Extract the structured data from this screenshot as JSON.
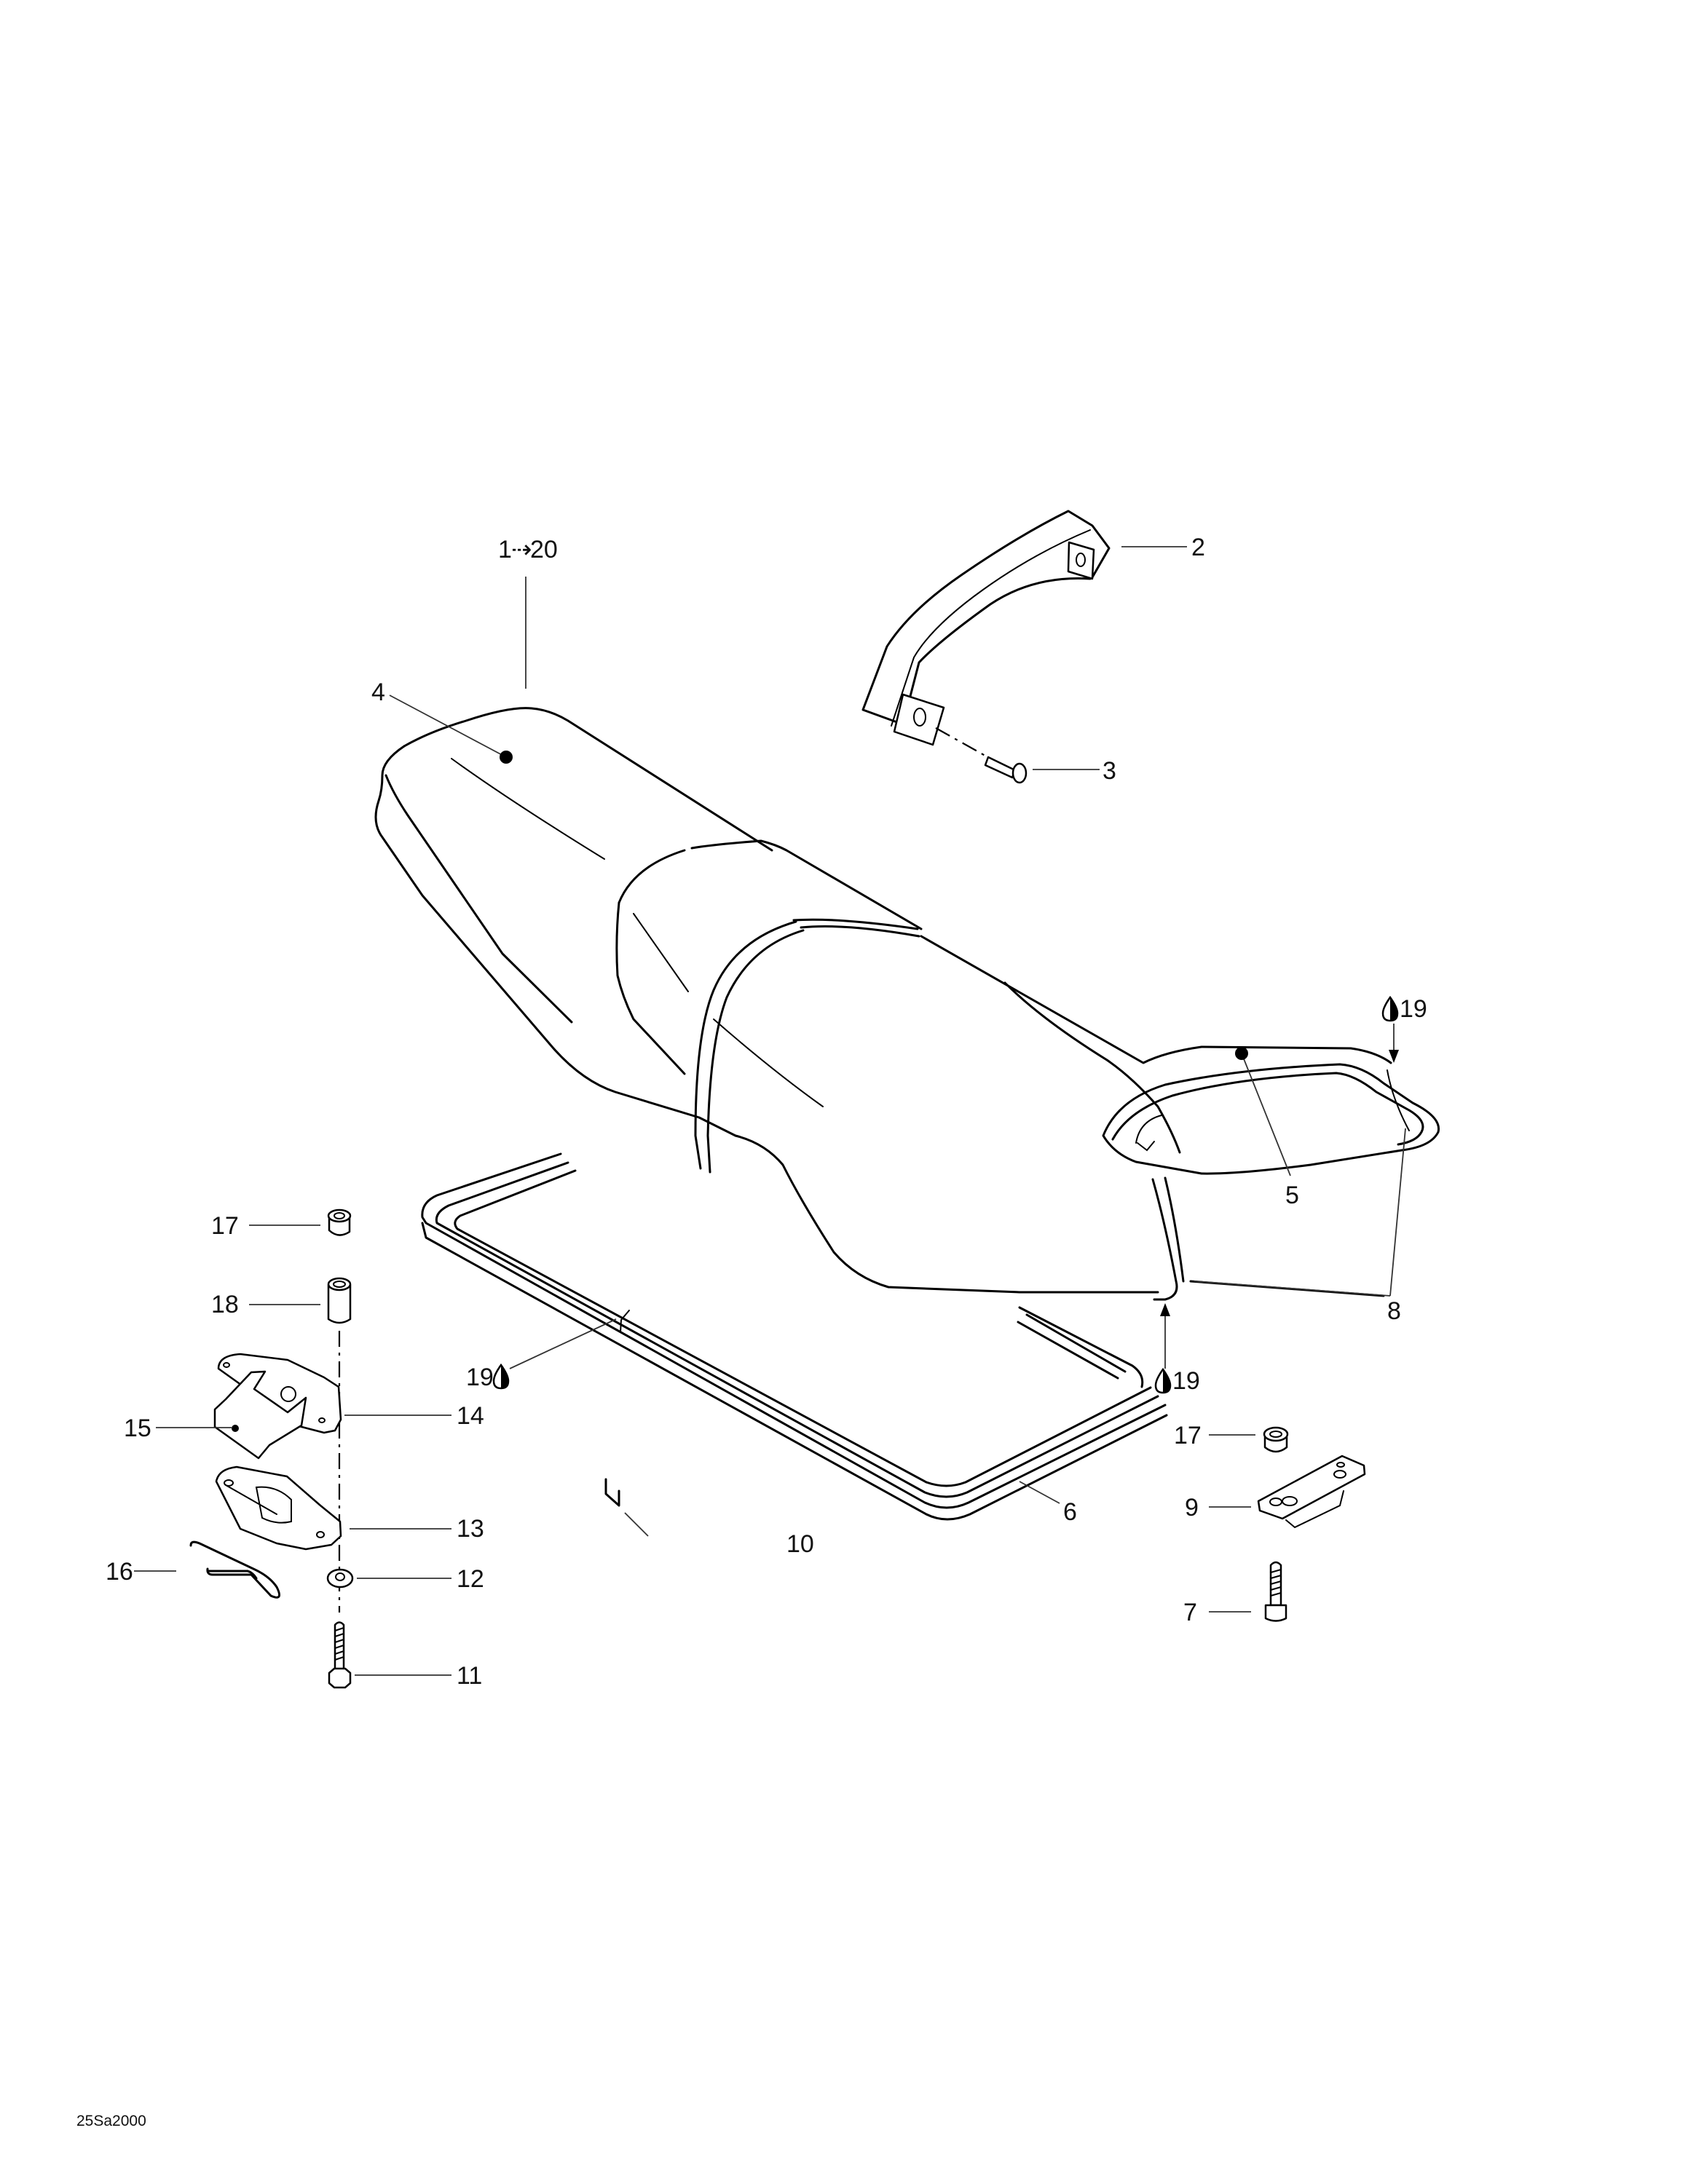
{
  "drawing": {
    "reference_code": "25Sa2000",
    "type": "exploded parts diagram - seat assembly",
    "line_color": "#000000",
    "background_color": "#ffffff"
  },
  "callouts": {
    "kit_range": {
      "from": "1",
      "arrow": "⇢",
      "to": "20",
      "text": "1⇢20"
    },
    "c2": "2",
    "c3": "3",
    "c4": "4",
    "c5": "5",
    "c6": "6",
    "c7": "7",
    "c8": "8",
    "c9": "9",
    "c10": "10",
    "c11": "11",
    "c12": "12",
    "c13": "13",
    "c14": "14",
    "c15": "15",
    "c16": "16",
    "c17_left": "17",
    "c17_right": "17",
    "c18": "18",
    "c19_top_right": "19",
    "c19_bottom_right": "19",
    "c19_left": "19"
  },
  "symbols": {
    "adhesive_drop": "drop-icon",
    "assembly_dot": "filled-circle"
  },
  "parts": [
    {
      "ref": "2",
      "name": "grab handle"
    },
    {
      "ref": "3",
      "name": "rivet / screw"
    },
    {
      "ref": "4",
      "name": "seat (front)"
    },
    {
      "ref": "5",
      "name": "seat rear cover"
    },
    {
      "ref": "6",
      "name": "seat base frame"
    },
    {
      "ref": "7",
      "name": "socket head screw"
    },
    {
      "ref": "8",
      "name": "trim"
    },
    {
      "ref": "9",
      "name": "latch plate"
    },
    {
      "ref": "10",
      "name": "clip"
    },
    {
      "ref": "11",
      "name": "hex bolt"
    },
    {
      "ref": "12",
      "name": "washer"
    },
    {
      "ref": "13",
      "name": "latch housing"
    },
    {
      "ref": "14",
      "name": "latch bracket"
    },
    {
      "ref": "15",
      "name": "latch lever"
    },
    {
      "ref": "16",
      "name": "hairpin spring"
    },
    {
      "ref": "17",
      "name": "nut"
    },
    {
      "ref": "18",
      "name": "spacer sleeve"
    },
    {
      "ref": "19",
      "name": "adhesive"
    }
  ]
}
